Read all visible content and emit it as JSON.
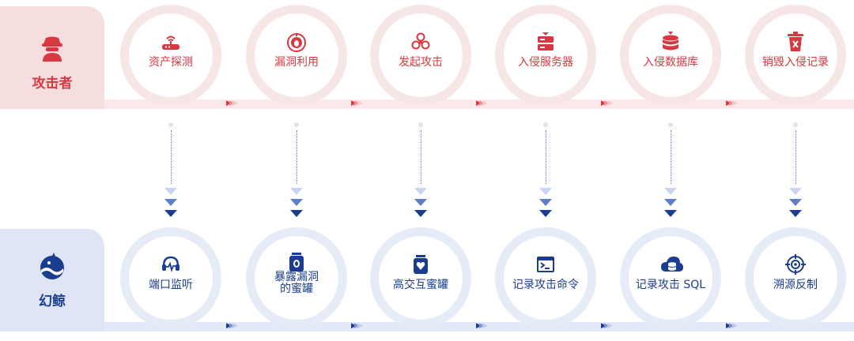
{
  "attacker": {
    "label": "攻击者",
    "icon": "hacker-icon",
    "color": "#d8383f",
    "steps": [
      {
        "label": "资产探测",
        "icon": "router-icon"
      },
      {
        "label": "漏洞利用",
        "icon": "bug-icon"
      },
      {
        "label": "发起攻击",
        "icon": "biohazard-icon"
      },
      {
        "label": "入侵服务器",
        "icon": "server-icon"
      },
      {
        "label": "入侵数据库",
        "icon": "database-icon"
      },
      {
        "label": "销毁入侵记录",
        "icon": "trash-icon"
      }
    ]
  },
  "defender": {
    "label": "幻鲸",
    "icon": "whale-logo-icon",
    "color": "#1b3d8f",
    "steps": [
      {
        "label": "端口监听",
        "icon": "headset-icon"
      },
      {
        "label": "暴露漏洞\n的蜜罐",
        "icon": "honeypot-bug-icon"
      },
      {
        "label": "高交互蜜罐",
        "icon": "honeypot-heart-icon"
      },
      {
        "label": "记录攻击命令",
        "icon": "terminal-icon"
      },
      {
        "label": "记录攻击 SQL",
        "icon": "cloud-database-icon"
      },
      {
        "label": "溯源反制",
        "icon": "target-icon"
      }
    ]
  }
}
